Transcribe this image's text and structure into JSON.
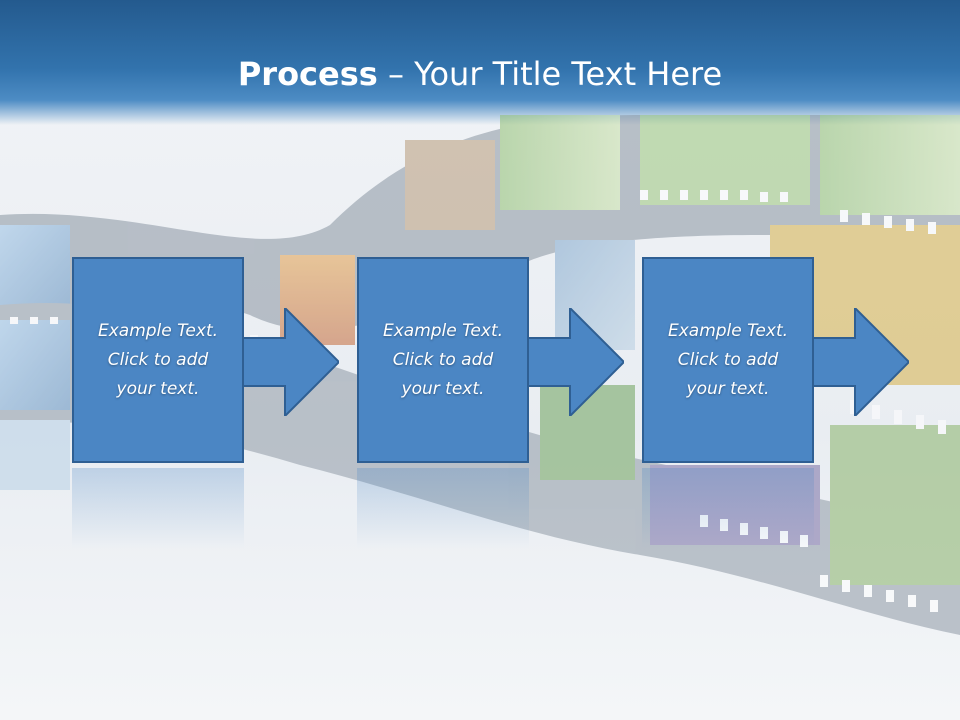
{
  "slide": {
    "title_bold": "Process",
    "title_rest": " – Your Title Text Here"
  },
  "steps": [
    {
      "text": "Example Text.\nClick  to add\nyour text."
    },
    {
      "text": "Example Text.\nClick  to add\nyour text."
    },
    {
      "text": "Example Text.\nClick  to add\nyour text."
    }
  ],
  "colors": {
    "header": "#2f6ca6",
    "box": "#4b86c4",
    "box_border": "#2f5f93"
  }
}
